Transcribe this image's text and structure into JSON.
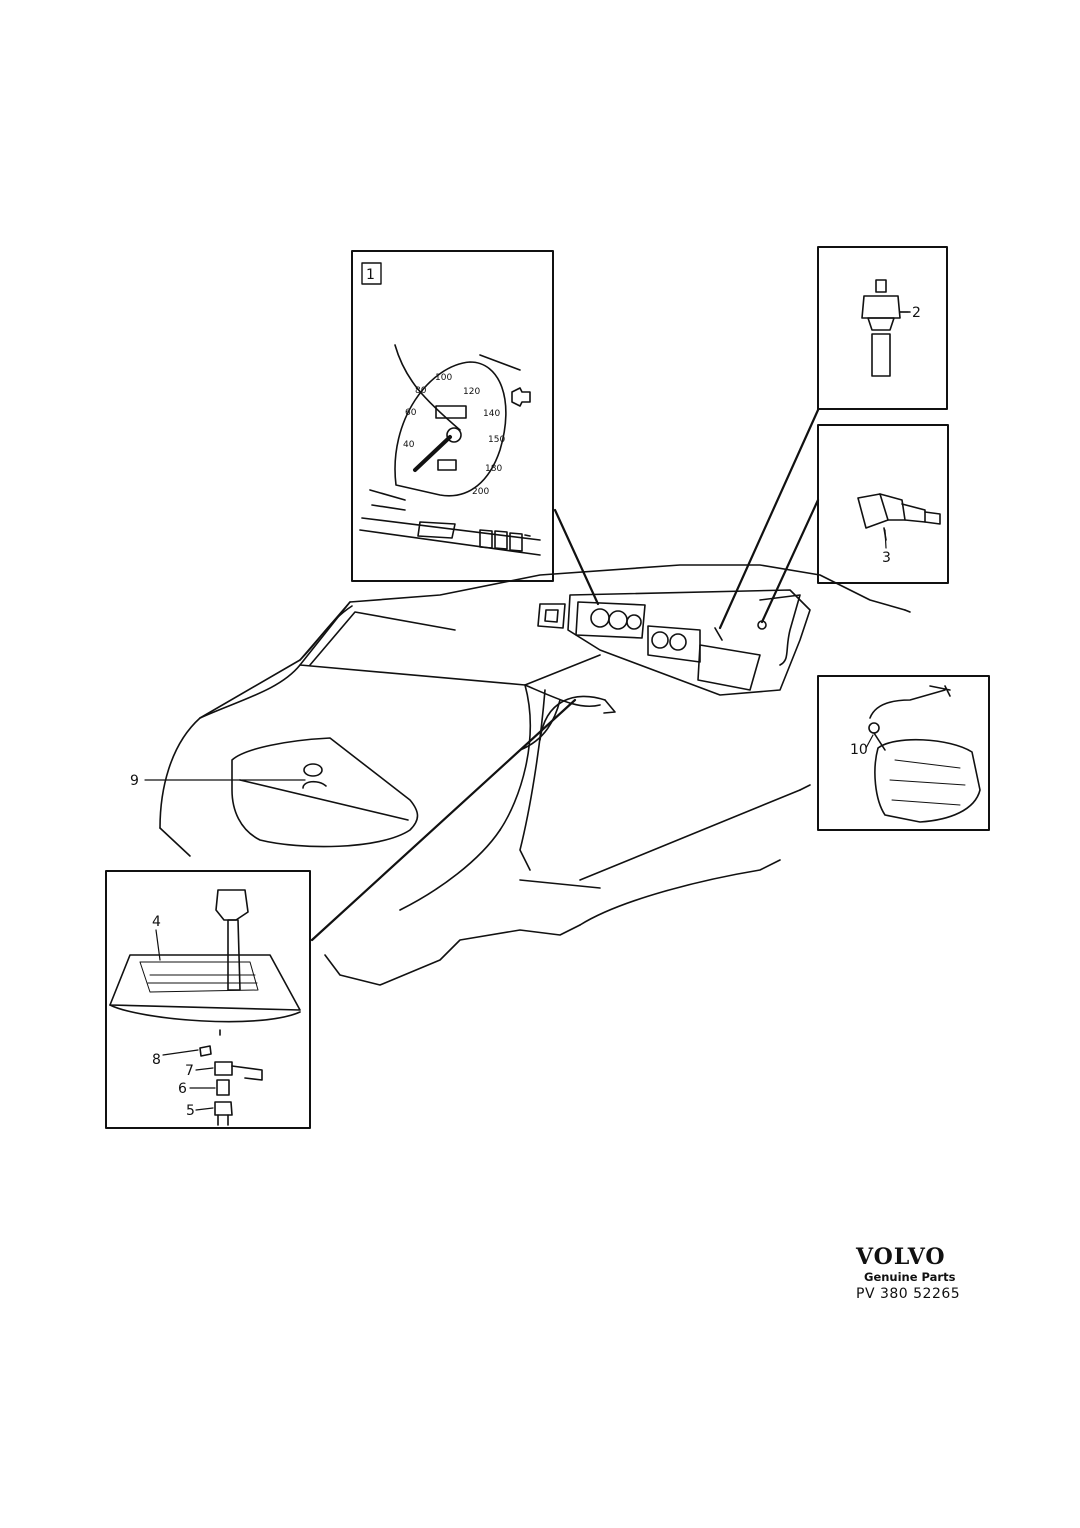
{
  "diagram": {
    "callouts": {
      "c1": "1",
      "c2": "2",
      "c3": "3",
      "c4": "4",
      "c5": "5",
      "c6": "6",
      "c7": "7",
      "c8": "8",
      "c9": "9",
      "c10": "10"
    },
    "speedometer_ticks": [
      "40",
      "60",
      "80",
      "100",
      "120",
      "140",
      "150",
      "180",
      "200"
    ]
  },
  "footer": {
    "brand": "VOLVO",
    "subtitle": "Genuine Parts",
    "part_code": "PV 380 52265"
  }
}
